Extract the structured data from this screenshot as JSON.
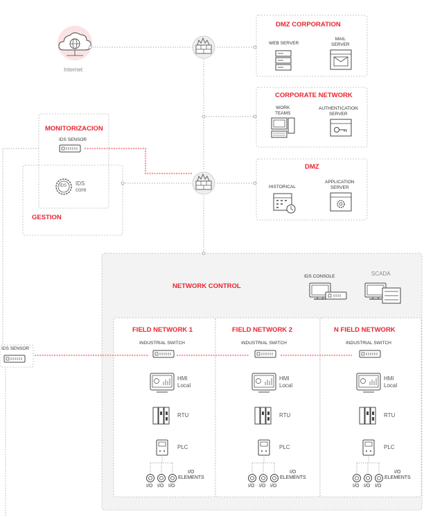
{
  "internet": {
    "label": "Internet"
  },
  "dmz_corporation": {
    "title": "DMZ CORPORATION",
    "web_server": "WEB SERVER",
    "mail_server": "MAIL\nSERVER"
  },
  "corporate_network": {
    "title": "CORPORATE NETWORK",
    "work_teams": "WORK\nTEAMS",
    "authentication_server": "AUTHENTICATION\nSERVER"
  },
  "dmz": {
    "title": "DMZ",
    "historical": "HISTORICAL",
    "application_server": "APPLICATION\nSERVER"
  },
  "monitorizacion": {
    "title": "MONITORIZACION",
    "ids_sensor": "IDS SENSOR",
    "ids_core_1": "IDS",
    "ids_core_2": "core"
  },
  "gestion": {
    "title": "GESTION"
  },
  "network_control": {
    "title": "NETWORK CONTROL",
    "ids_console": "IDS CONSOLE",
    "scada": "SCADA"
  },
  "left_sensor": {
    "label": "IDS SENSOR"
  },
  "field_networks": [
    {
      "title": "FIELD NETWORK 1",
      "switch": "INDUSTRIAL SWITCH",
      "hmi_1": "HMI",
      "hmi_2": "Local",
      "rtu": "RTU",
      "plc": "PLC",
      "io_elements_1": "I/O",
      "io_elements_2": "ELEMENTS",
      "io": [
        "I/O",
        "I/O",
        "I/O"
      ]
    },
    {
      "title": "FIELD NETWORK 2",
      "switch": "INDUSTRIAL SWITCH",
      "hmi_1": "HMI",
      "hmi_2": "Local",
      "rtu": "RTU",
      "plc": "PLC",
      "io_elements_1": "I/O",
      "io_elements_2": "ELEMENTS",
      "io": [
        "I/O",
        "I/O",
        "I/O"
      ]
    },
    {
      "title": "N FIELD NETWORK",
      "switch": "INDUSTRIAL SWITCH",
      "hmi_1": "HMI",
      "hmi_2": "Local",
      "rtu": "RTU",
      "plc": "PLC",
      "io_elements_1": "I/O",
      "io_elements_2": "ELEMENTS",
      "io": [
        "I/O",
        "I/O",
        "I/O"
      ]
    }
  ],
  "colors": {
    "accent_red": "#e8242f",
    "link_pink": "#f49aa0",
    "box_border": "#b8b8b8",
    "icon_grey": "#555555"
  }
}
